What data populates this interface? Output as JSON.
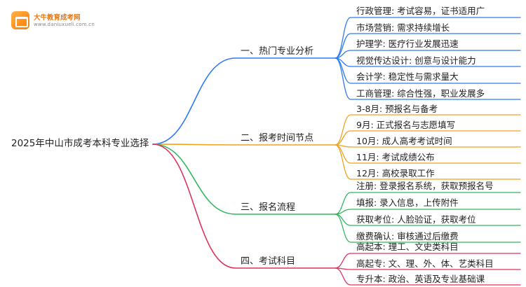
{
  "logo": {
    "name": "大牛教育成考网",
    "url": "www.daniuxueli.com.cn"
  },
  "root": "2025年中山市成考本科专业选择",
  "colors": {
    "blue": "#2e7bf0",
    "orange": "#f0a21c",
    "green": "#2fb85a",
    "red": "#e0315a"
  },
  "branches": [
    {
      "label": "一、热门专业分析",
      "color": "#2e7bf0",
      "items": [
        "行政管理: 考试容易，证书适用广",
        "市场营销: 需求持续增长",
        "护理学: 医疗行业发展迅速",
        "视觉传达设计: 创意与设计能力",
        "会计学: 稳定性与需求量大",
        "工商管理: 综合性强，职业发展多"
      ]
    },
    {
      "label": "二、报考时间节点",
      "color": "#f0a21c",
      "items": [
        "3-8月: 预报名与备考",
        "9月: 正式报名与志愿填写",
        "10月: 成人高考考试时间",
        "11月: 考试成绩公布",
        "12月: 高校录取工作"
      ]
    },
    {
      "label": "三、报名流程",
      "color": "#2fb85a",
      "items": [
        "注册: 登录报名系统，获取预报名号",
        "填报: 录入信息，上传附件",
        "获取考位: 人脸验证，获取考位",
        "缴费确认: 审核通过后缴费"
      ]
    },
    {
      "label": "四、考试科目",
      "color": "#e0315a",
      "items": [
        "高起本: 理工、文史类科目",
        "高起专: 文、理、外、体、艺类科目",
        "专升本: 政治、英语及专业基础课"
      ]
    }
  ]
}
